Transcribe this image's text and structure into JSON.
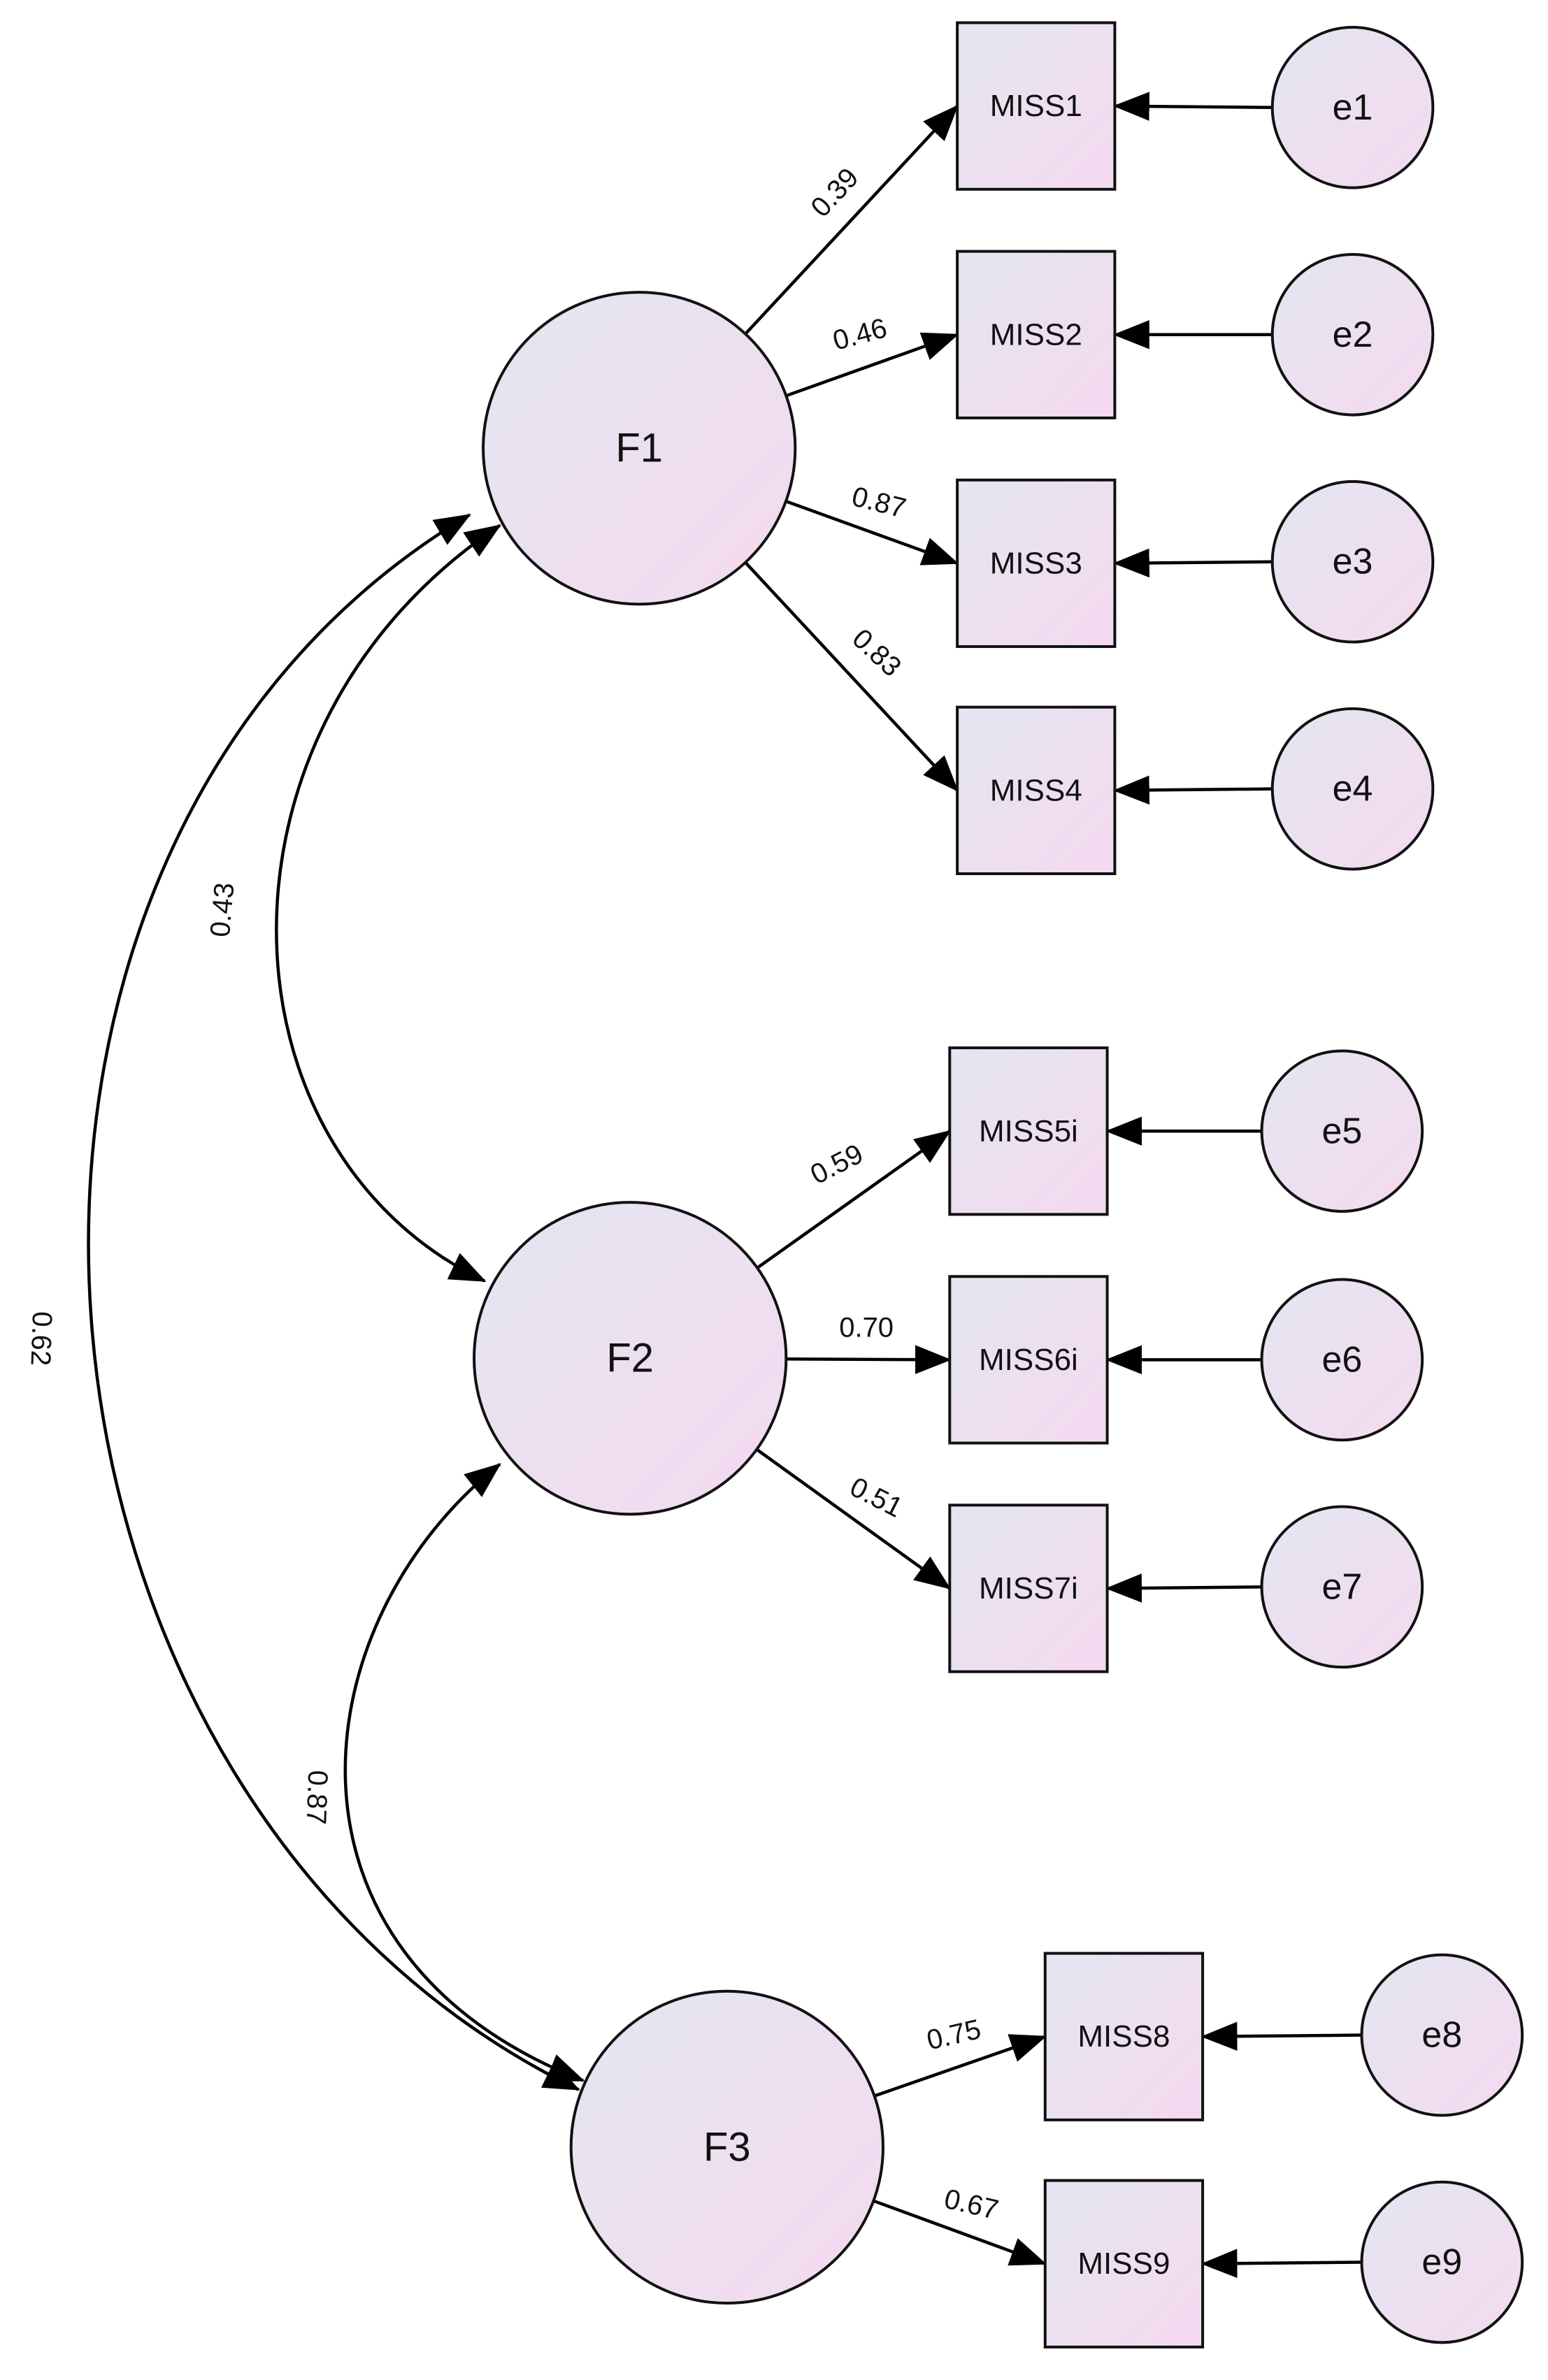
{
  "factors": [
    {
      "id": "F1",
      "label": "F1"
    },
    {
      "id": "F2",
      "label": "F2"
    },
    {
      "id": "F3",
      "label": "F3"
    }
  ],
  "indicators": [
    {
      "id": "MISS1",
      "label": "MISS1",
      "factor": "F1",
      "loading": "0.39",
      "error": "e1"
    },
    {
      "id": "MISS2",
      "label": "MISS2",
      "factor": "F1",
      "loading": "0.46",
      "error": "e2"
    },
    {
      "id": "MISS3",
      "label": "MISS3",
      "factor": "F1",
      "loading": "0.87",
      "error": "e3"
    },
    {
      "id": "MISS4",
      "label": "MISS4",
      "factor": "F1",
      "loading": "0.83",
      "error": "e4"
    },
    {
      "id": "MISS5i",
      "label": "MISS5i",
      "factor": "F2",
      "loading": "0.59",
      "error": "e5"
    },
    {
      "id": "MISS6i",
      "label": "MISS6i",
      "factor": "F2",
      "loading": "0.70",
      "error": "e6"
    },
    {
      "id": "MISS7i",
      "label": "MISS7i",
      "factor": "F2",
      "loading": "0.51",
      "error": "e7"
    },
    {
      "id": "MISS8",
      "label": "MISS8",
      "factor": "F3",
      "loading": "0.75",
      "error": "e8"
    },
    {
      "id": "MISS9",
      "label": "MISS9",
      "factor": "F3",
      "loading": "0.67",
      "error": "e9"
    }
  ],
  "errors": [
    {
      "id": "e1",
      "label": "e1"
    },
    {
      "id": "e2",
      "label": "e2"
    },
    {
      "id": "e3",
      "label": "e3"
    },
    {
      "id": "e4",
      "label": "e4"
    },
    {
      "id": "e5",
      "label": "e5"
    },
    {
      "id": "e6",
      "label": "e6"
    },
    {
      "id": "e7",
      "label": "e7"
    },
    {
      "id": "e8",
      "label": "e8"
    },
    {
      "id": "e9",
      "label": "e9"
    }
  ],
  "correlations": [
    {
      "from": "F1",
      "to": "F2",
      "value": "0.43"
    },
    {
      "from": "F1",
      "to": "F3",
      "value": "0.62"
    },
    {
      "from": "F2",
      "to": "F3",
      "value": "0.87"
    }
  ],
  "colors": {
    "fill_top": "#e3e6f1",
    "fill_bottom": "#f5d9f0",
    "stroke": "#111111"
  }
}
